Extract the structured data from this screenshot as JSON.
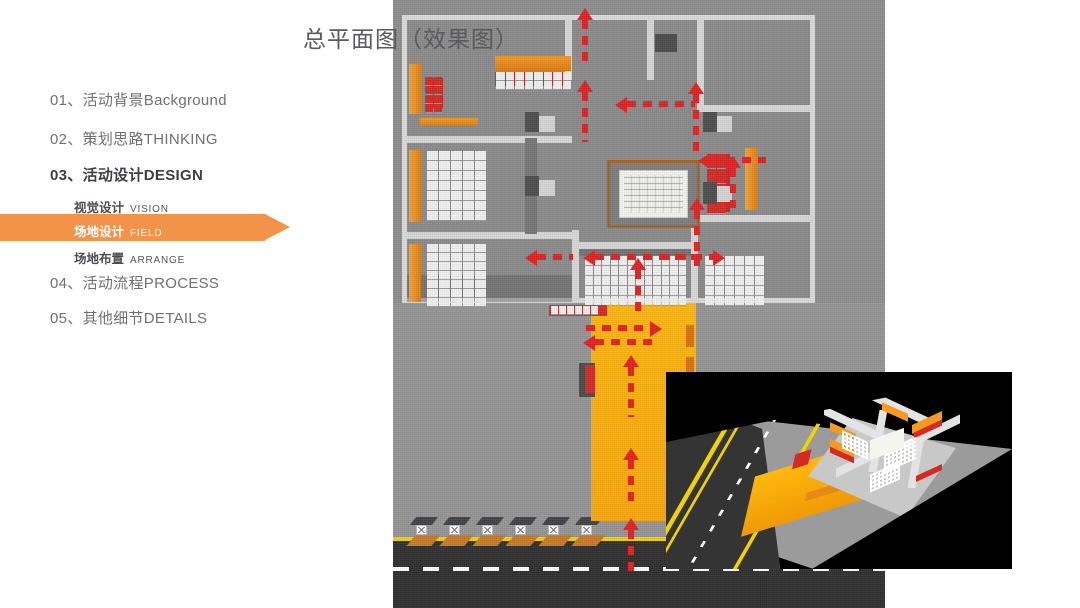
{
  "slide": {
    "title": "总平面图（效果图）",
    "accent_color": "#F29349",
    "nav_text_color": "#6F7072",
    "active_text_color": "#3F3F41",
    "title_color": "#5A5B5D"
  },
  "nav": {
    "items": [
      {
        "id": "01",
        "label": "01、活动背景Background",
        "active": false
      },
      {
        "id": "02",
        "label": "02、策划思路THINKING",
        "active": false
      },
      {
        "id": "03",
        "label": "03、活动设计DESIGN",
        "active": true
      },
      {
        "id": "04",
        "label": "04、活动流程PROCESS",
        "active": false
      },
      {
        "id": "05",
        "label": "05、其他细节DETAILS",
        "active": false
      }
    ],
    "sub_items": [
      {
        "cn": "视觉设计",
        "en": "VISION",
        "selected": false
      },
      {
        "cn": "场地设计",
        "en": "FIELD",
        "selected": true
      },
      {
        "cn": "场地布置",
        "en": "ARRANGE",
        "selected": false
      }
    ]
  },
  "plan": {
    "caption": "总平面图（效果图）",
    "ground_color": "#959595",
    "corridor_color": "#FFB80E",
    "arrow_color": "#E81F1F",
    "road_color": "#2E2E2E",
    "yellow_line_color": "#F2D200",
    "rooms": [
      {
        "name": "top-left-room",
        "seat_color": "#D52A22",
        "rows": 4,
        "cols": 2
      },
      {
        "name": "top-center-stage-room",
        "seat_color": "#D52A22",
        "rows": 2,
        "cols": 8
      },
      {
        "name": "mid-left-room",
        "seat_color": "#F2F2F2",
        "rows": 7,
        "cols": 5
      },
      {
        "name": "mid-right-room",
        "seat_color": "#D52A22",
        "rows": 4,
        "cols": 2
      },
      {
        "name": "bottom-left-room",
        "seat_color": "#F2F2F2",
        "rows": 7,
        "cols": 5
      },
      {
        "name": "bottom-center-hall",
        "seat_color": "#F2F2F2",
        "rows": 5,
        "cols": 12
      },
      {
        "name": "bottom-right-room",
        "seat_color": "#F2F2F2",
        "rows": 5,
        "cols": 6
      }
    ],
    "flag_count": 6,
    "arrows": 12
  },
  "inset": {
    "name": "3d-perspective-render",
    "background": "#000000"
  }
}
